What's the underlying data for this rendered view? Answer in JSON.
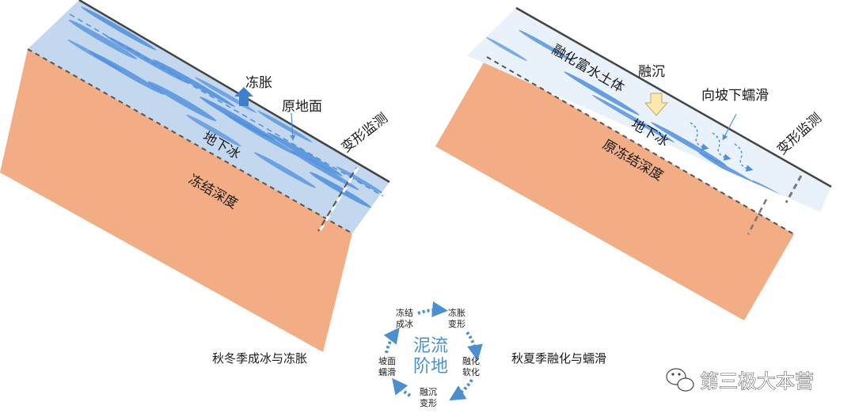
{
  "left_panel": {
    "frost_heave": "冻胀",
    "original_ground": "原地面",
    "ground_ice": "地下冰",
    "deformation_monitoring": "变形监测",
    "freezing_depth": "冻结深度",
    "caption": "秋冬季成冰与冻胀"
  },
  "right_panel": {
    "thaw_rich_soil": "融化富水土体",
    "thaw_settlement": "融沉",
    "downslope_creep": "向坡下蠕滑",
    "ground_ice": "地下冰",
    "deformation_monitoring": "变形监测",
    "original_freezing_depth": "原冻结深度",
    "caption": "秋夏季融化与蠕滑"
  },
  "cycle": {
    "center_line1": "泥流",
    "center_line2": "阶地",
    "step1_line1": "冻结",
    "step1_line2": "成冰",
    "step2_line1": "冻胀",
    "step2_line2": "变形",
    "step3_line1": "融化",
    "step3_line2": "软化",
    "step4_line1": "融沉",
    "step4_line2": "变形",
    "step5_line1": "坡面",
    "step5_line2": "蠕滑"
  },
  "watermark": "第三极大本营",
  "colors": {
    "soil": "#f2ad84",
    "ice_layer": "#c3d8ef",
    "ice_lens": "#4f8fdb",
    "thaw_layer": "#e9f1fa",
    "cycle_arrow": "#4a8fd0"
  }
}
